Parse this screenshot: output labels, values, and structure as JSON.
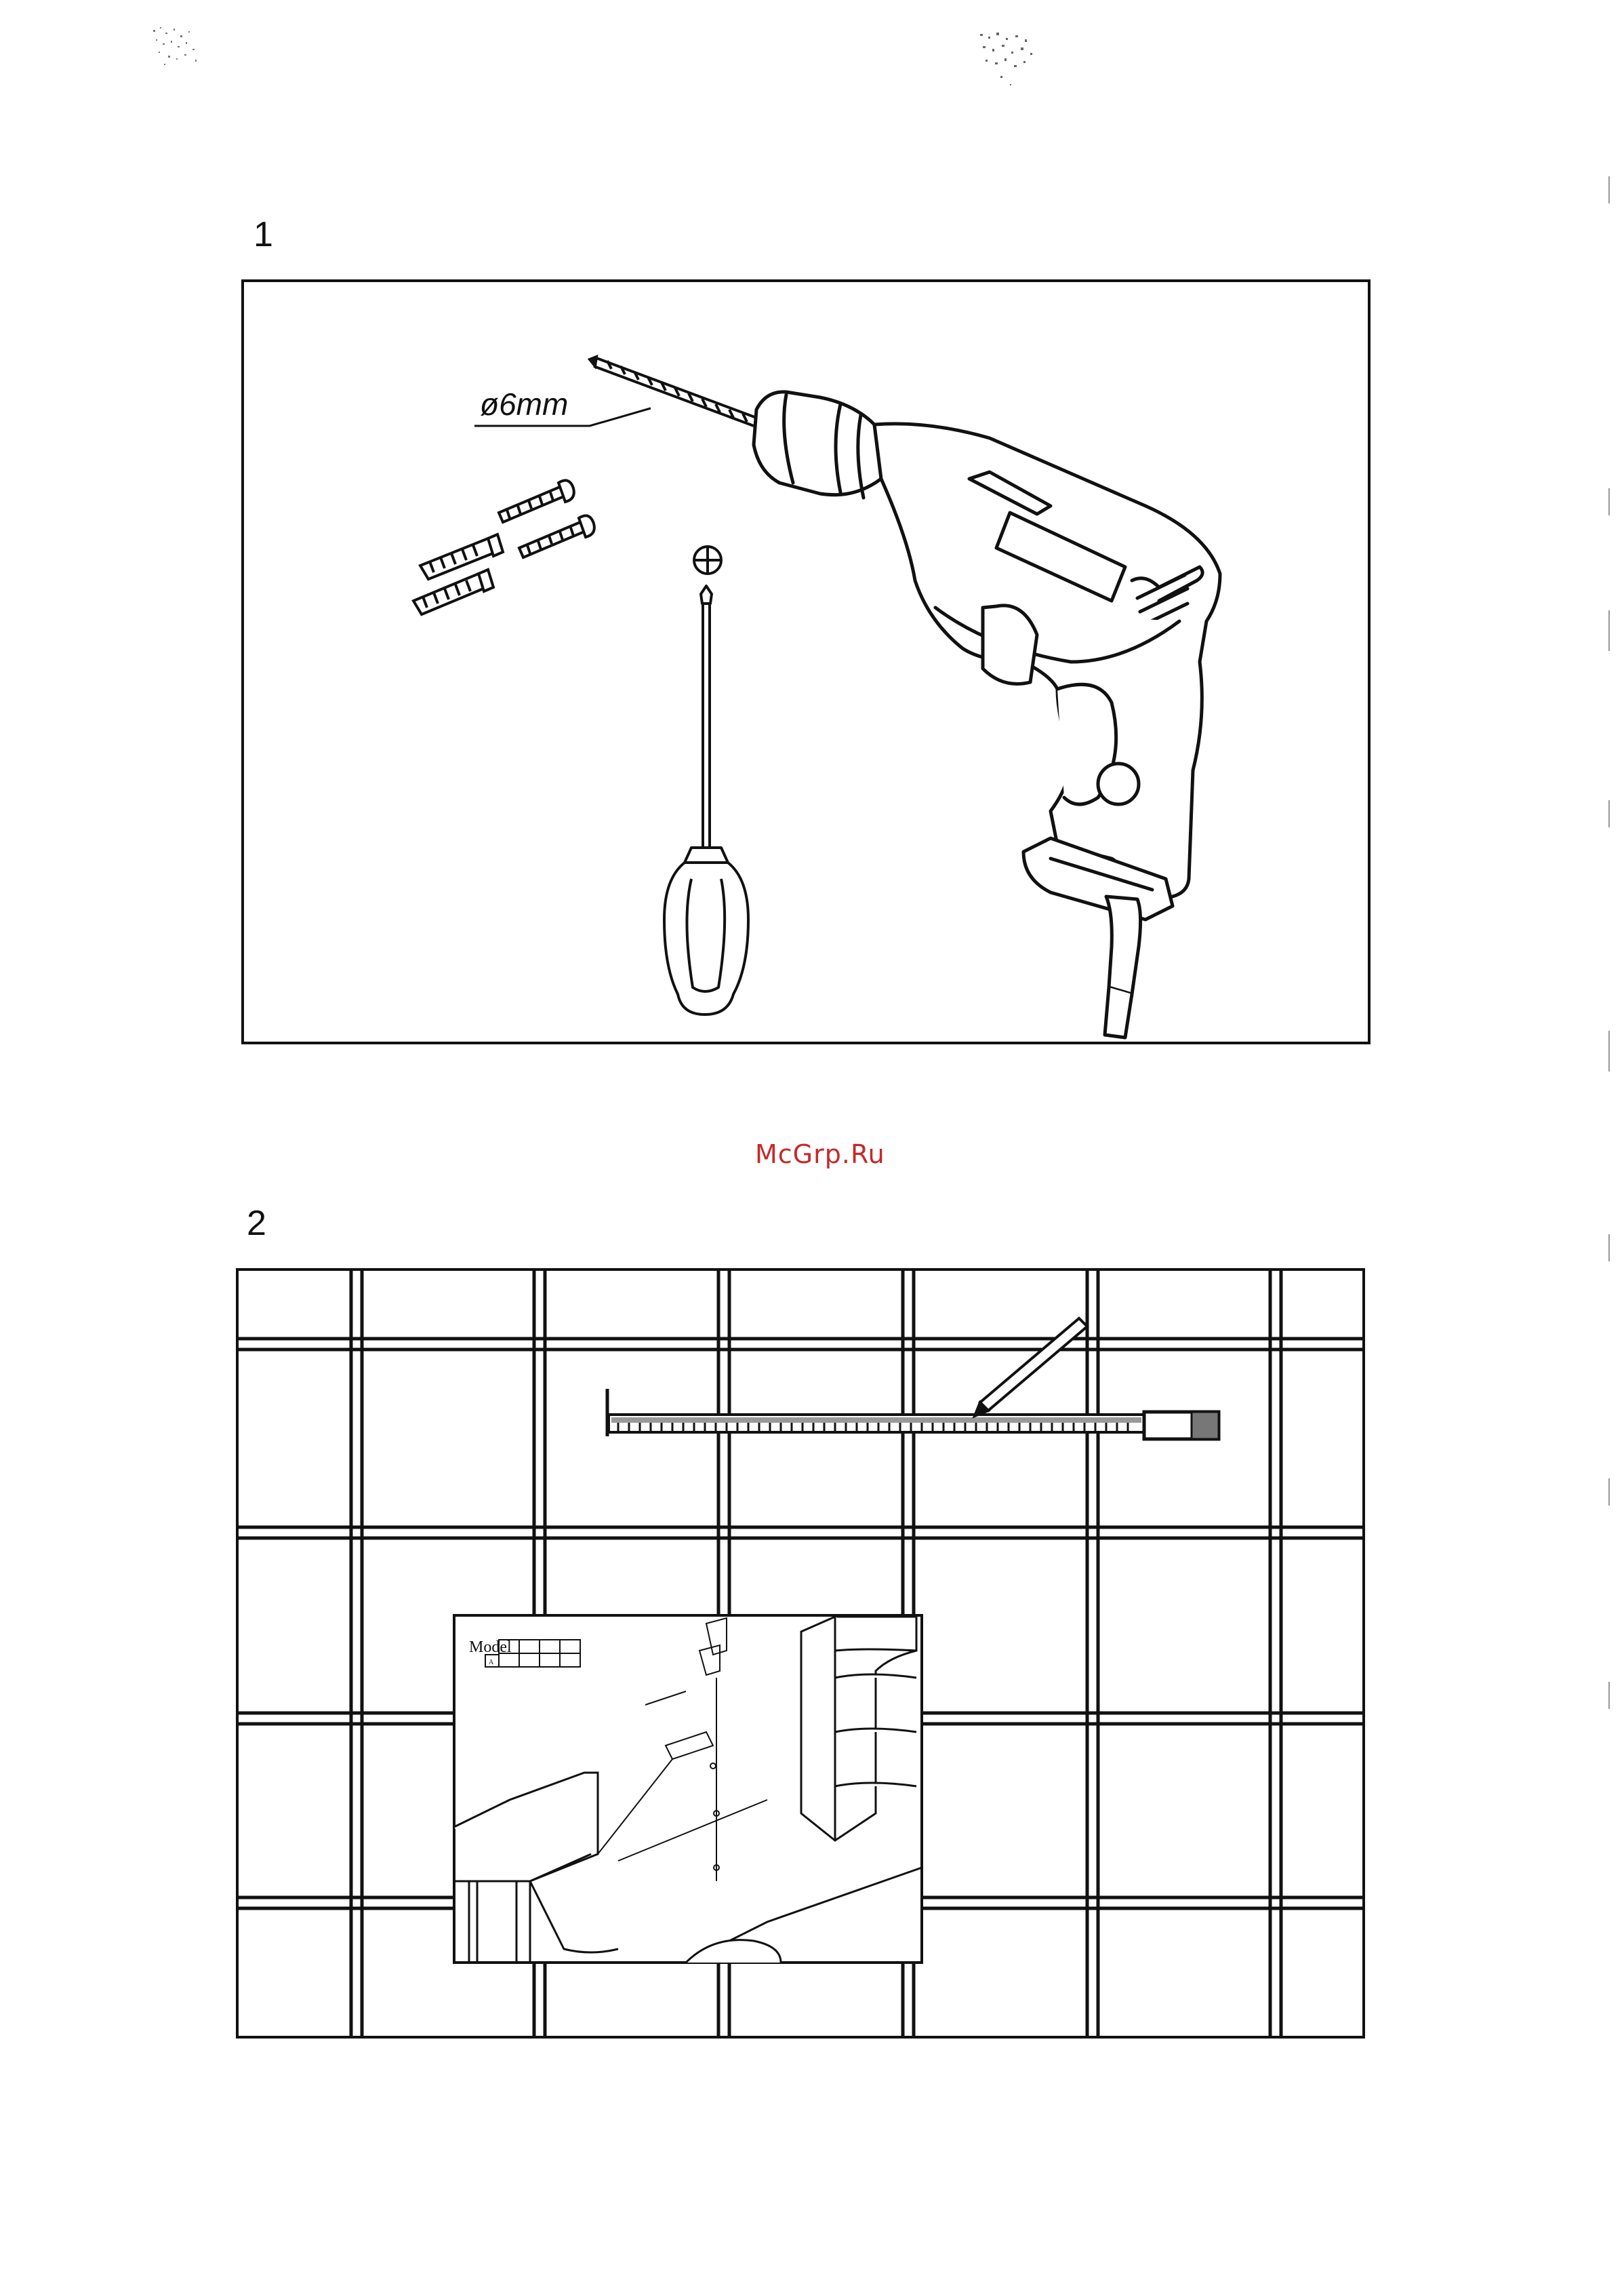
{
  "steps": [
    {
      "number": "1",
      "drill_bit_label": "ø6mm"
    },
    {
      "number": "2",
      "inset": {
        "model_label": "Model",
        "table_row_label": "A"
      }
    }
  ],
  "watermark": "McGrp.Ru",
  "icons": [
    "drill-icon",
    "drill-bit-icon",
    "wall-plug-icon",
    "screw-icon",
    "screwdriver-icon",
    "phillips-head-icon",
    "tile-wall",
    "spirit-level-icon",
    "pencil-icon",
    "installation-diagram"
  ]
}
